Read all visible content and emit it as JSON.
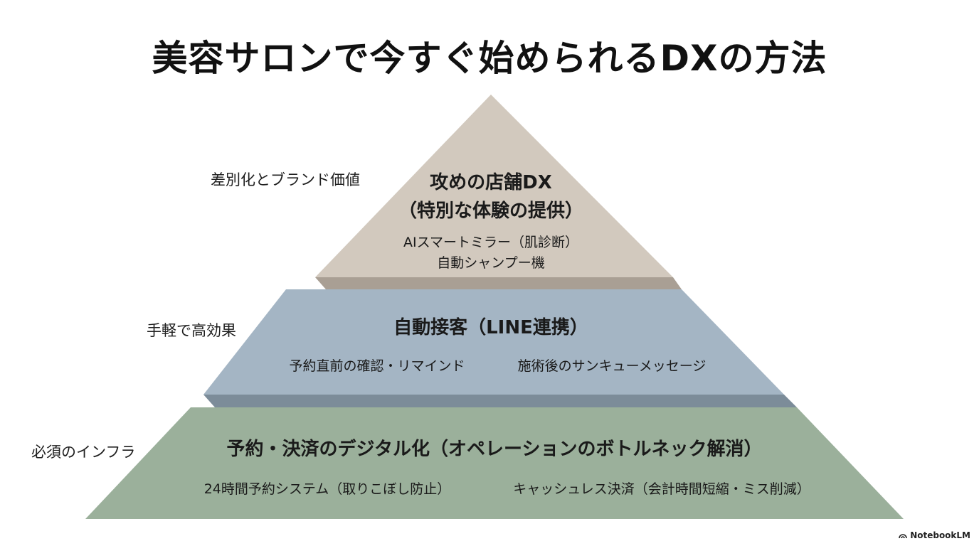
{
  "title": "美容サロンで今すぐ始められるDXの方法",
  "colors": {
    "top_tier": "#d2c9be",
    "top_tier_edge": "#a99f94",
    "middle_tier": "#a4b5c4",
    "middle_tier_edge": "#7c8c99",
    "bottom_tier": "#9bb09b"
  },
  "tiers": {
    "top": {
      "side_label": "差別化とブランド価値",
      "heading_line1": "攻めの店舗DX",
      "heading_line2": "（特別な体験の提供）",
      "item1": "AIスマートミラー（肌診断）",
      "item2": "自動シャンプー機"
    },
    "middle": {
      "side_label": "手軽で高効果",
      "heading": "自動接客（LINE連携）",
      "item1": "予約直前の確認・リマインド",
      "item2": "施術後のサンキューメッセージ"
    },
    "bottom": {
      "side_label": "必須のインフラ",
      "heading": "予約・決済のデジタル化（オペレーションのボトルネック解消）",
      "item1": "24時間予約システム（取りこぼし防止）",
      "item2": "キャッシュレス決済（会計時間短縮・ミス削減）"
    }
  },
  "watermark": {
    "text": "NotebookLM",
    "icon": "notebooklm-logo-icon"
  }
}
